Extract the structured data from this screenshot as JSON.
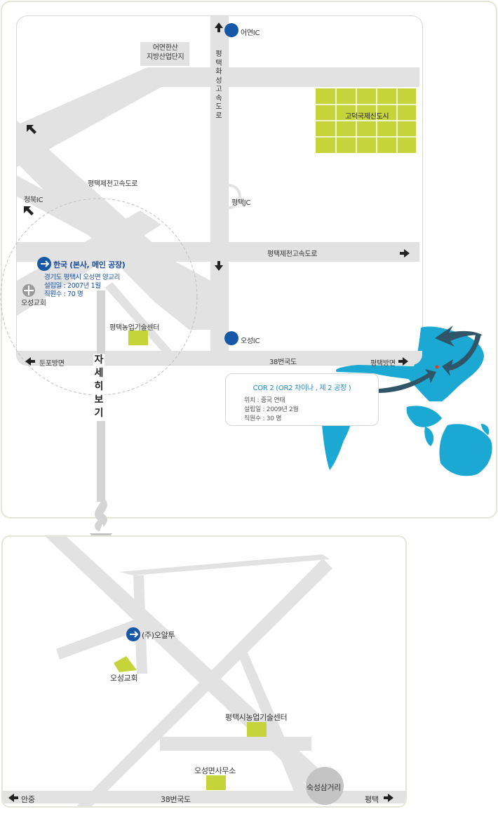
{
  "top_map": {
    "industrial_complex": "어연한산\n지방산업단지",
    "highway_vertical": "평택화성고속도로",
    "ic_top": "어연IC",
    "new_city": "고덕국제신도시",
    "highway_label_left": "평택제천고속도로",
    "ic_cheongbuk": "청북IC",
    "jc": "평택JC",
    "highway_label_right": "평택제천고속도로",
    "ic_oseong": "오성IC",
    "road_38": "38번국도",
    "dir_left": "둔포방면",
    "dir_right": "평택방면",
    "ag_center": "평택농업기술센터",
    "church": "오성교회",
    "detail_view": "자세히보기",
    "company": {
      "title": "한국 (본사, 메인 공장)",
      "address": "경기도 평택시 오성면 양교리",
      "founded": "설립일 : 2007년 1월",
      "employees": "직원수 : 70 명"
    },
    "china_factory": {
      "title": "COR 2 (OR2 차이나 , 제 2 공장 )",
      "location": "위치 : 중국 연태",
      "founded": "설립일 : 2009년 2월",
      "employees": "직원수 : 30 명"
    }
  },
  "detail_map": {
    "company": "(주)오알투",
    "church": "오성교회",
    "ag_center": "평택시농업기술센터",
    "office": "오성면사무소",
    "intersection": "숙성삼거리",
    "road_38": "38번국도",
    "dir_left": "안중",
    "dir_right": "평택"
  },
  "colors": {
    "road": "#e2e2e2",
    "accent_green": "#c5d43a",
    "marker_blue": "#1658a8",
    "sea_blue": "#1ba8d2",
    "info_title_blue": "#1c88c8"
  }
}
